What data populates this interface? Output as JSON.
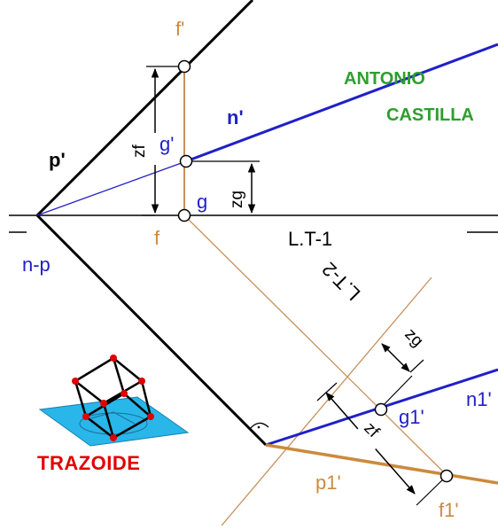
{
  "labels": {
    "f_prime": "f'",
    "g_prime": "g'",
    "g": "g",
    "f": "f",
    "p_prime": "p'",
    "n_prime": "n'",
    "n_p": "n-p",
    "lt1": "L.T-1",
    "lt2": "L.T-2",
    "zf_upper": "zf",
    "zg_upper": "zg",
    "zg_lower": "zg",
    "zf_lower": "zf",
    "g1_prime": "g1'",
    "n1_prime": "n1'",
    "p1_prime": "p1'",
    "f1_prime": "f1'"
  },
  "author": {
    "line1": "ANTONIO",
    "line2": "CASTILLA"
  },
  "logo": {
    "text": "TRAZOIDE"
  },
  "colors": {
    "black": "#000000",
    "blue": "#2020c8",
    "orange": "#cc8a3c",
    "tan": "#c7905a",
    "green": "#2e9e2e",
    "red": "#e00000",
    "cyan": "#1aa3d6"
  }
}
